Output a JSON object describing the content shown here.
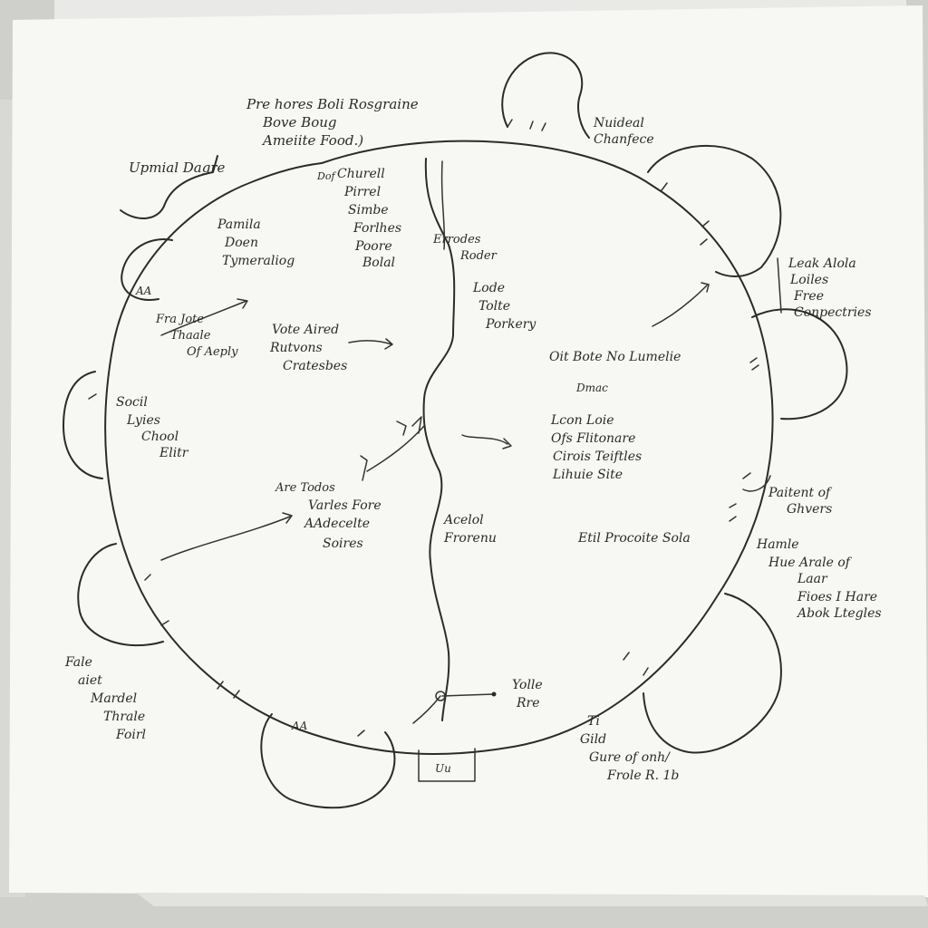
{
  "top_label": "Pre hores Boli Rosgraine Bove Boug Ameiite Food.)",
  "nodes": {
    "top_left_note": "Upmial Dagre",
    "top_right_note": "Nuideal Chanfece",
    "right_note_1": "Leak Alola Loiles Free Conpectries",
    "right_note_2": "Paitent of Ghvers",
    "right_note_3": "Hamle Hue Arale of Laar Fioes I Hare Abok Ltegles",
    "bottom_right_note": "Ti Gild Gure of onh/ Frole R. 1b",
    "left_note_bottom": "Fale aiet Mardel Thrale Foirl",
    "left_arc_label": "AA",
    "bottom_arc_label": "AA"
  },
  "inside": {
    "q1_a": "Pamila Doen Tymeraliog",
    "q1_b": "Fra Jote Thaale Of Aeply",
    "q1_c": "Vote Aired Rutvons Cratesbes",
    "q1_d": "Socil Lyies Chool Elitr",
    "center_top": "Churell Pirrel Simbe Forlhes Poore Bolal",
    "center_top_right": "Errodes Roder",
    "right_top": "Lode Tolte Porkery",
    "right_mid": "Oit Bote No Lumelie",
    "right_mid_small": "Dmac",
    "right_mid_b": "Lcon Loie Ofs Flitonare Cirois Teiftles Lihuie Site",
    "left_lower": "Are Todos",
    "left_lower_b": "Varles Fore AAdecelte Soires",
    "center_lower": "Acelol Frorenu",
    "right_lower": "Etil Procoite Sola",
    "bottom_center": "Yolle Rre",
    "top_marker": "Dof",
    "bottom_box": "Uu"
  }
}
